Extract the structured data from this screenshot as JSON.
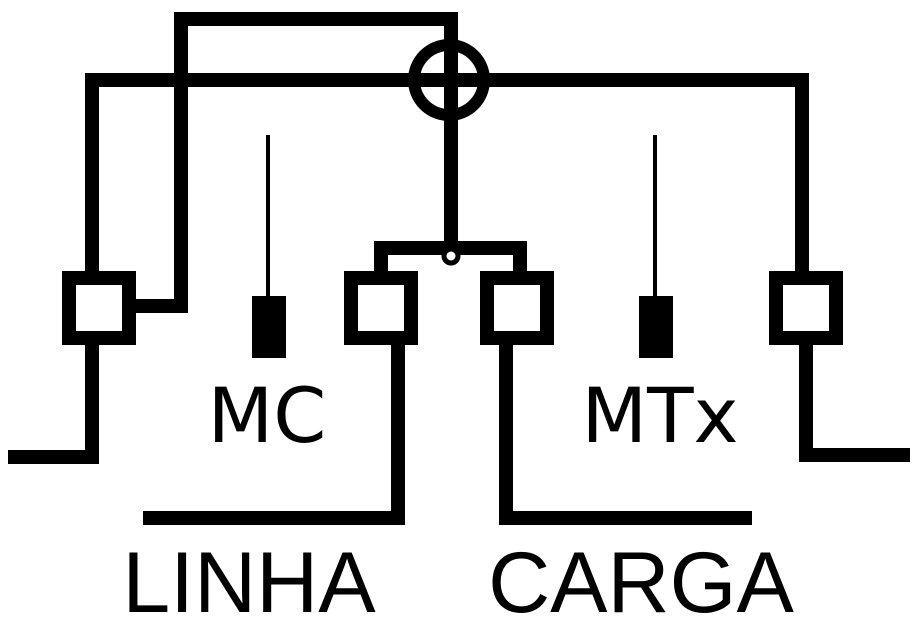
{
  "labels": {
    "mc": "MC",
    "mtx": "MTx",
    "linha": "LINHA",
    "carga": "CARGA"
  },
  "colors": {
    "stroke": "#000000",
    "background": "#ffffff"
  }
}
